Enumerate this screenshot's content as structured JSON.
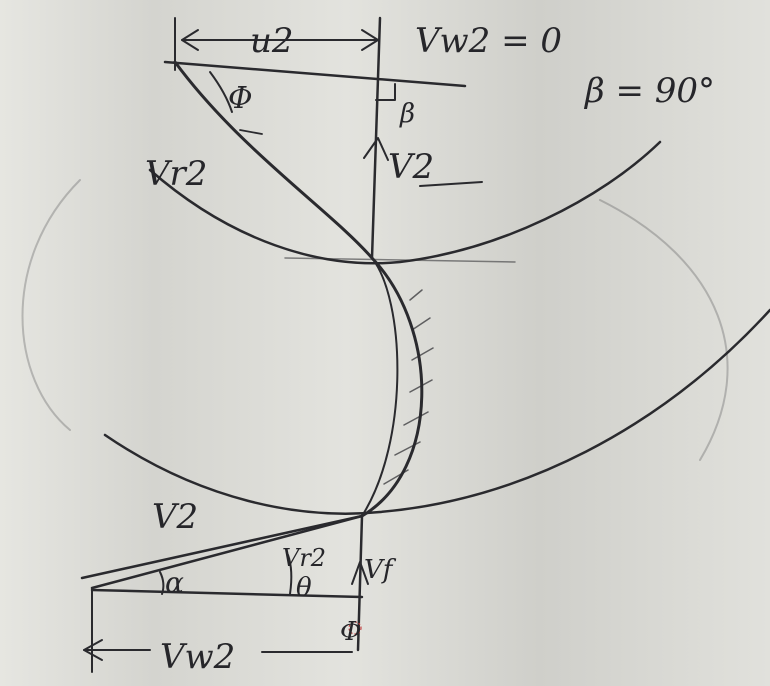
{
  "diagram": {
    "labels": {
      "top_u2": "u2",
      "top_vw2": "Vw2 = 0",
      "top_beta_eq": "β = 90°",
      "top_phi": "Φ",
      "top_beta": "β",
      "top_vr2": "Vr2",
      "top_v2": "V2",
      "bottom_v2": "V2",
      "bottom_alpha": "α",
      "bottom_vr2": "Vr2",
      "bottom_theta": "θ",
      "bottom_vf": "Vf",
      "bottom_phi": "Φ",
      "bottom_vw2": "Vw2"
    },
    "colors": {
      "ink": "#2a2a2e",
      "paper": "#e0e0db"
    }
  }
}
